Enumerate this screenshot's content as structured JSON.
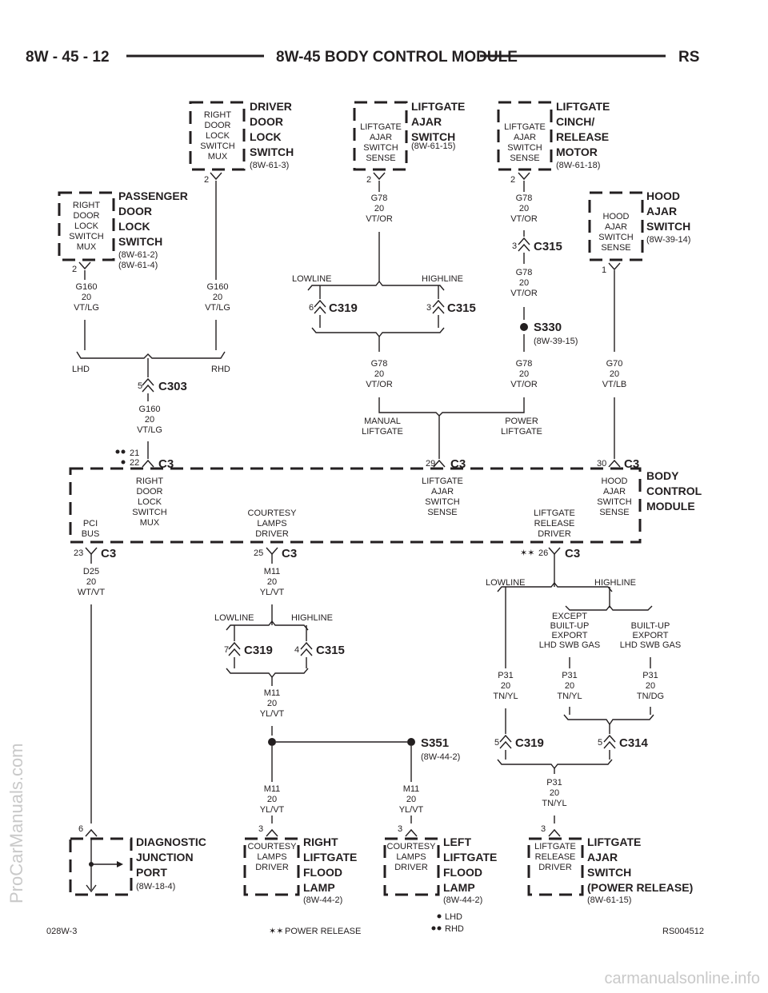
{
  "header": {
    "page": "8W - 45 - 12",
    "title": "8W-45 BODY CONTROL MODULE",
    "model": "RS"
  },
  "components": {
    "driver_switch": {
      "pin": "RIGHT\nDOOR\nLOCK\nSWITCH\nMUX",
      "name": "DRIVER\nDOOR\nLOCK\nSWITCH",
      "ref": "(8W-61-3)",
      "pin_no": "2"
    },
    "passenger_switch": {
      "pin": "RIGHT\nDOOR\nLOCK\nSWITCH\nMUX",
      "name": "PASSENGER\nDOOR\nLOCK\nSWITCH",
      "ref": "(8W-61-2)\n(8W-61-4)",
      "pin_no": "2"
    },
    "liftgate_ajar_switch": {
      "pin": "LIFTGATE\nAJAR\nSWITCH\nSENSE",
      "name": "LIFTGATE\nAJAR\nSWITCH",
      "ref": "(8W-61-15)",
      "pin_no": "2"
    },
    "cinch_motor": {
      "pin": "LIFTGATE\nAJAR\nSWITCH\nSENSE",
      "name": "LIFTGATE\nCINCH/\nRELEASE\nMOTOR",
      "ref": "(8W-61-18)",
      "pin_no": "2"
    },
    "hood_switch": {
      "pin": "HOOD\nAJAR\nSWITCH\nSENSE",
      "name": "HOOD\nAJAR\nSWITCH",
      "ref": "(8W-39-14)",
      "pin_no": "1"
    },
    "bcm": {
      "name": "BODY\nCONTROL\nMODULE",
      "pins": {
        "right_door": "RIGHT\nDOOR\nLOCK\nSWITCH\nMUX",
        "pci": "PCI\nBUS",
        "courtesy": "COURTESY\nLAMPS\nDRIVER",
        "liftgate_sense": "LIFTGATE\nAJAR\nSWITCH\nSENSE",
        "liftgate_release": "LIFTGATE\nRELEASE\nDRIVER",
        "hood": "HOOD\nAJAR\nSWITCH\nSENSE"
      }
    },
    "diag_port": {
      "name": "DIAGNOSTIC\nJUNCTION\nPORT",
      "ref": "(8W-18-4)",
      "pin_no": "6"
    },
    "right_flood": {
      "pin": "COURTESY\nLAMPS\nDRIVER",
      "name": "RIGHT\nLIFTGATE\nFLOOD\nLAMP",
      "ref": "(8W-44-2)",
      "pin_no": "3"
    },
    "left_flood": {
      "pin": "COURTESY\nLAMPS\nDRIVER",
      "name": "LEFT\nLIFTGATE\nFLOOD\nLAMP",
      "ref": "(8W-44-2)",
      "pin_no": "3"
    },
    "power_release_switch": {
      "pin": "LIFTGATE\nRELEASE\nDRIVER",
      "name": "LIFTGATE\nAJAR\nSWITCH\n(POWER RELEASE)",
      "ref": "(8W-61-15)",
      "pin_no": "3"
    }
  },
  "wires": {
    "g160": "G160\n20\nVT/LG",
    "g78": "G78\n20\nVT/OR",
    "g70": "G70\n20\nVT/LB",
    "d25": "D25\n20\nWT/VT",
    "m11": "M11\n20\nYL/VT",
    "p31_tnyl": "P31\n20\nTN/YL",
    "p31_tndg": "P31\n20\nTN/DG"
  },
  "connectors": {
    "c303": {
      "name": "C303",
      "pin": "5"
    },
    "c319_a": {
      "name": "C319",
      "pin": "6"
    },
    "c315_a": {
      "name": "C315",
      "pin": "3"
    },
    "c315_b": {
      "name": "C315",
      "pin": "3"
    },
    "c3_a": {
      "name": "C3",
      "pins": "21\n22"
    },
    "c3_b": {
      "name": "C3",
      "pin": "29"
    },
    "c3_c": {
      "name": "C3",
      "pin": "30"
    },
    "c3_d": {
      "name": "C3",
      "pin": "23"
    },
    "c3_e": {
      "name": "C3",
      "pin": "25"
    },
    "c3_f": {
      "name": "C3",
      "pin": "26"
    },
    "c319_b": {
      "name": "C319",
      "pin": "7"
    },
    "c315_c": {
      "name": "C315",
      "pin": "4"
    },
    "c319_c": {
      "name": "C319",
      "pin": "5"
    },
    "c314": {
      "name": "C314",
      "pin": "5"
    }
  },
  "splices": {
    "s330": {
      "name": "S330",
      "ref": "(8W-39-15)"
    },
    "s351": {
      "name": "S351",
      "ref": "(8W-44-2)"
    }
  },
  "labels": {
    "lowline": "LOWLINE",
    "highline": "HIGHLINE",
    "lhd": "LHD",
    "rhd": "RHD",
    "manual_liftgate": "MANUAL\nLIFTGATE",
    "power_liftgate": "POWER\nLIFTGATE",
    "except_export": "EXCEPT\nBUILT-UP\nEXPORT\nLHD SWB GAS",
    "built_up_export": "BUILT-UP\nEXPORT\nLHD SWB GAS"
  },
  "legend": {
    "lhd": "LHD",
    "rhd": "RHD",
    "power_release": "POWER RELEASE"
  },
  "footer": {
    "left": "028W-3",
    "right": "RS004512"
  },
  "watermarks": {
    "side": "ProCarManuals.com",
    "bottom": "carmanualsonline.info"
  }
}
